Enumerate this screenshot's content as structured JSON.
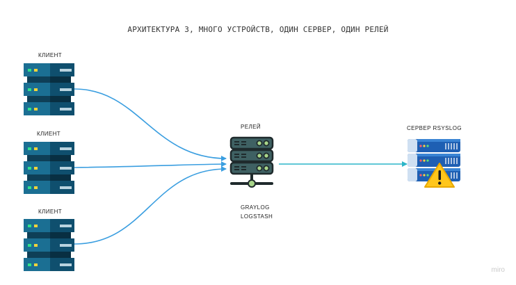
{
  "title": "АРХИТЕКТУРА 3, МНОГО УСТРОЙСТВ, ОДИН СЕРВЕР, ОДИН РЕЛЕЙ",
  "clients": [
    {
      "label": "КЛИЕНТ"
    },
    {
      "label": "КЛИЕНТ"
    },
    {
      "label": "КЛИЕНТ"
    }
  ],
  "relay": {
    "label": "РЕЛЕЙ",
    "software": [
      "GRAYLOG",
      "LOGSTASH"
    ]
  },
  "server": {
    "label": "СЕРВЕР RSYSLOG",
    "status_icon": "warning-icon"
  },
  "connections": [
    {
      "from": "client-1",
      "to": "relay"
    },
    {
      "from": "client-2",
      "to": "relay"
    },
    {
      "from": "client-3",
      "to": "relay"
    },
    {
      "from": "relay",
      "to": "server"
    }
  ],
  "colors": {
    "arrow_client": "#3a9ee0",
    "arrow_server": "#2bb5c8"
  },
  "watermark": "miro"
}
